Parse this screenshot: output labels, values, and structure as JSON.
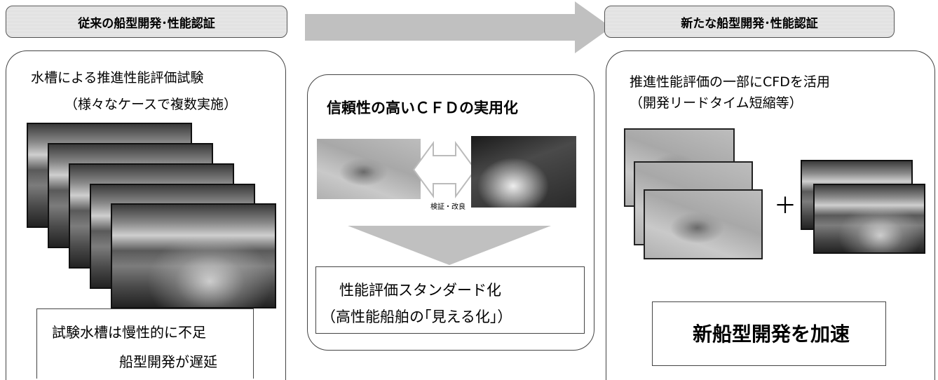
{
  "headers": {
    "left": "従来の船型開発･性能認証",
    "right": "新たな船型開発･性能認証"
  },
  "left_panel": {
    "line1": "水槽による推進性能評価試験",
    "line2": "（様々なケースで複数実施）",
    "box_line1": "試験水槽は慢性的に不足",
    "box_line2": "船型開発が遅延"
  },
  "center_panel": {
    "title": "信頼性の高いＣＦＤの実用化",
    "arrow_caption": "検証・改良",
    "box_line1": "性能評価スタンダード化",
    "box_line2": "（高性能船舶の｢見える化｣）"
  },
  "right_panel": {
    "line1": "推進性能評価の一部にCFDを活用",
    "line2": "（開発リードタイム短縮等）",
    "plus": "＋",
    "box_text": "新船型開発を加速"
  },
  "colors": {
    "arrow_gray": "#c0c0c0",
    "border": "#444444"
  }
}
